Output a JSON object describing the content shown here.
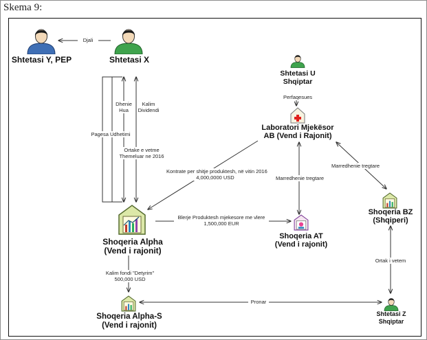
{
  "title": "Skema 9:",
  "nodes": {
    "shtetasi_y": [
      "Shtetasi Y, PEP"
    ],
    "shtetasi_x": [
      "Shtetasi X"
    ],
    "shtetasi_u": [
      "Shtetasi U",
      "Shqiptar"
    ],
    "laboratori": [
      "Laboratori Mjekësor",
      "AB (Vend i Rajonit)"
    ],
    "alpha": [
      "Shoqeria Alpha",
      "(Vend i rajonit)"
    ],
    "at": [
      "Shoqeria AT",
      "(Vend i rajonit)"
    ],
    "bz": [
      "Shoqeria BZ",
      "(Shqiperi)"
    ],
    "alpha_s": [
      "Shoqeria Alpha-S",
      "(Vend i rajonit)"
    ],
    "shtetasi_z": [
      "Shtetasi Z",
      "Shqiptar"
    ]
  },
  "edges": {
    "djali": [
      "Djali"
    ],
    "dhenie_hua": [
      "Dhenie",
      "Hua"
    ],
    "kalim_dividendi": [
      "Kalim",
      "Dividendi"
    ],
    "pagesa_udhetimi": [
      "Pagesa Udhetimi"
    ],
    "ortake": [
      "Ortake e vetme",
      "Themeluar ne 2016"
    ],
    "perfaqesues": [
      "Perfaqesues"
    ],
    "kontrate": [
      "Kontrate per shitje produktesh, në vitin 2016",
      "4,000,0000 USD"
    ],
    "marredhenie_at": [
      "Marredhenie tregtare"
    ],
    "marredhenie_bz": [
      "Marredhenie tregtare"
    ],
    "blerje": [
      "Blerje Produktesh mjekesore me vlere",
      "1,500,000 EUR"
    ],
    "kalim_fondi": [
      "Kalim fondi \"Detyrim\"",
      "500,000 USD"
    ],
    "ortak_vetem": [
      "Ortak i vetem"
    ],
    "pronar": [
      "Pronar"
    ]
  }
}
